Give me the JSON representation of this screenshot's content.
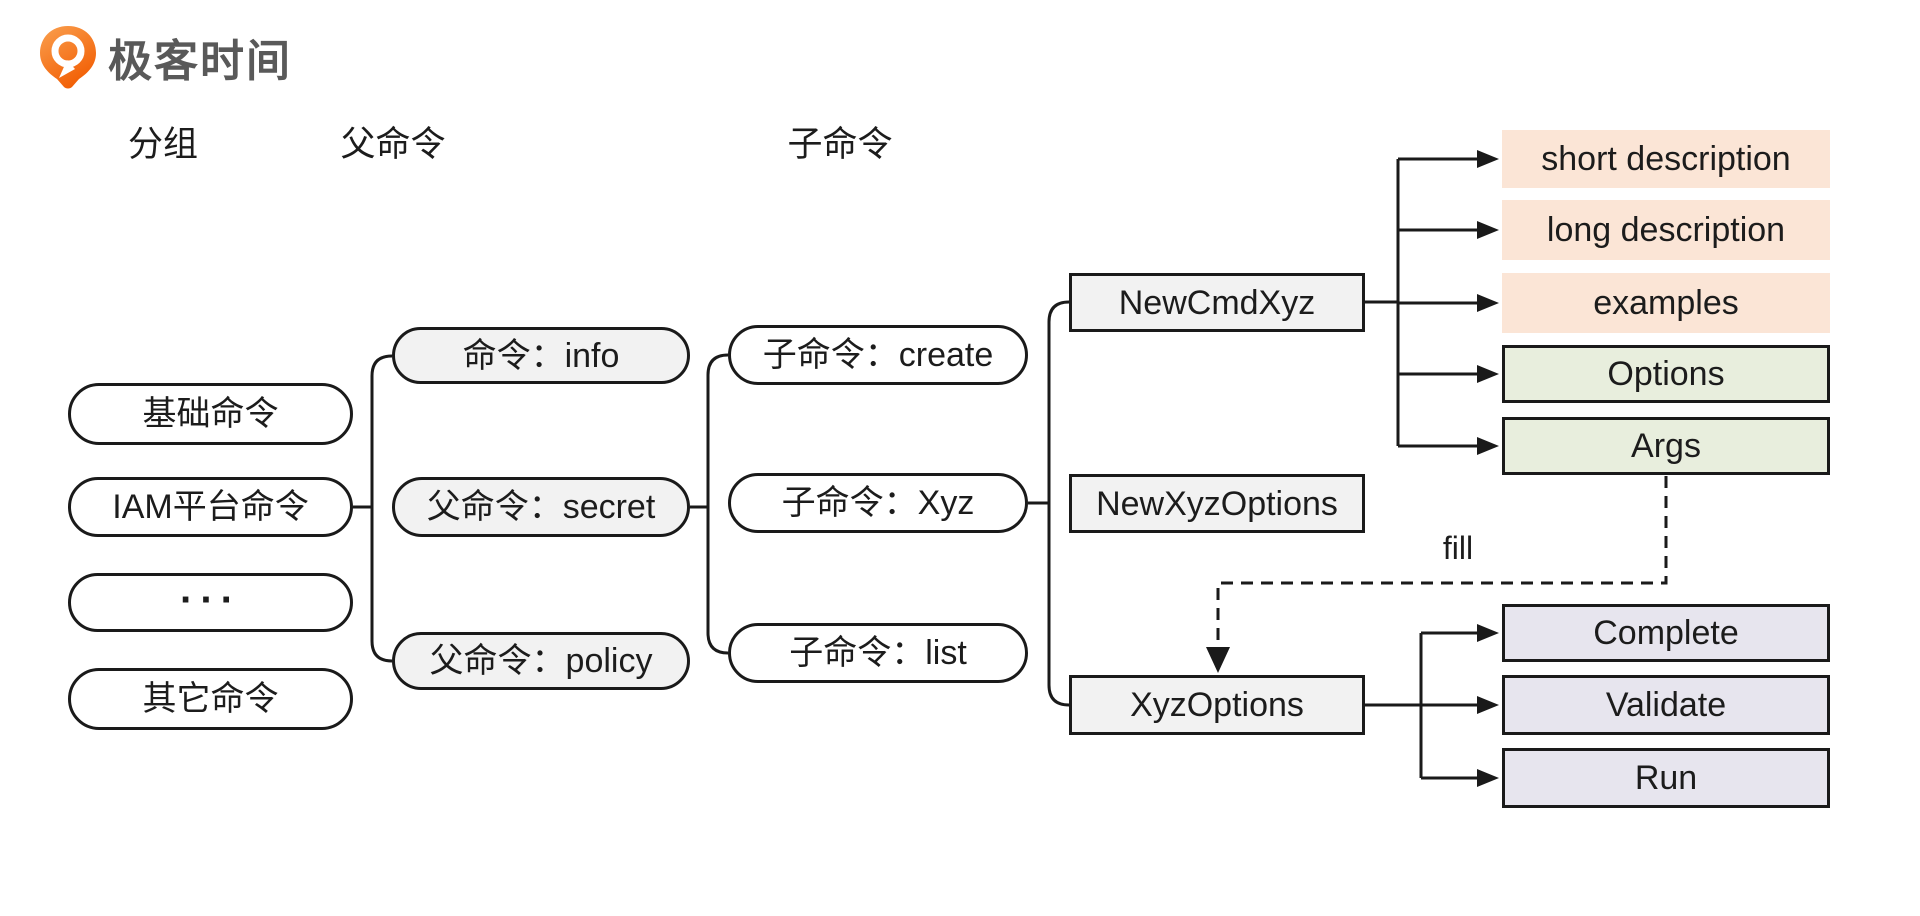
{
  "brand": {
    "logo_text": "极客时间"
  },
  "headers": {
    "group": "分组",
    "parent": "父命令",
    "sub": "子命令"
  },
  "groups": [
    "基础命令",
    "IAM平台命令",
    "···",
    "其它命令"
  ],
  "parent_commands": [
    "命令：info",
    "父命令：secret",
    "父命令：policy"
  ],
  "sub_commands": [
    "子命令：create",
    "子命令：Xyz",
    "子命令：list"
  ],
  "constructors": [
    "NewCmdXyz",
    "NewXyzOptions",
    "XyzOptions"
  ],
  "cmd_attributes": [
    "short description",
    "long description",
    "examples"
  ],
  "cmd_fields": [
    "Options",
    "Args"
  ],
  "option_methods": [
    "Complete",
    "Validate",
    "Run"
  ],
  "fill_label": "fill",
  "colors": {
    "stroke": "#1a1a1a",
    "text": "#1c1c1c",
    "node-gray": "#f2f2f2",
    "node-white": "#ffffff",
    "peach": "#fbe5d6",
    "green": "#e8eedd",
    "lavender": "#e7e5ee",
    "logo-orange": "#f76b0e",
    "logo-text-color": "#595959"
  }
}
